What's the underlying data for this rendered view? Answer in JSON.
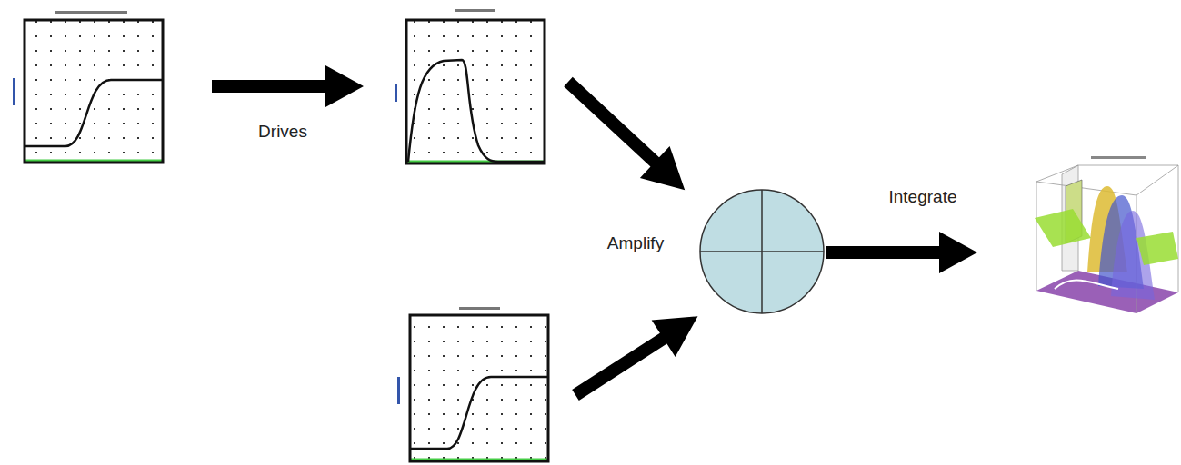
{
  "diagram": {
    "labels": [
      "Drives",
      "Amplify",
      "Integrate"
    ]
  }
}
